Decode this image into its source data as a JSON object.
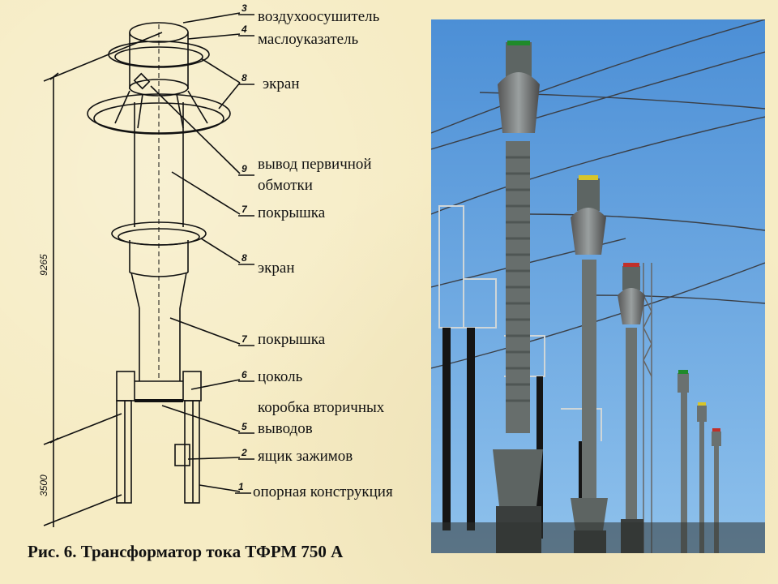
{
  "diagram": {
    "dimension_top": "9265",
    "dimension_bottom": "3500",
    "labels": [
      {
        "num": "3",
        "text": "воздухоосушитель"
      },
      {
        "num": "4",
        "text": "маслоуказатель"
      },
      {
        "num": "8",
        "text": "экран"
      },
      {
        "num": "9",
        "text": "вывод первичной\nобмотки"
      },
      {
        "num": "7",
        "text": "покрышка"
      },
      {
        "num": "8",
        "text": "экран"
      },
      {
        "num": "7",
        "text": "покрышка"
      },
      {
        "num": "6",
        "text": "цоколь"
      },
      {
        "num": "5",
        "text": "коробка вторичных\nвыводов"
      },
      {
        "num": "2",
        "text": "ящик зажимов"
      },
      {
        "num": "1",
        "text": "опорная конструкция"
      }
    ]
  },
  "caption": "Рис. 6. Трансформатор тока ТФРМ 750 А"
}
